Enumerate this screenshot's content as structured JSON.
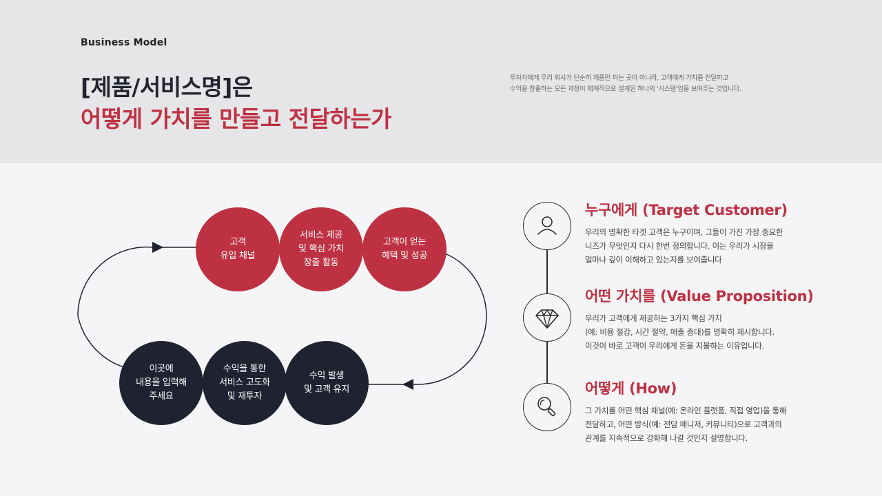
{
  "header": {
    "eyebrow": "Business Model",
    "title_line1": "[제품/서비스명]은",
    "title_line2": "어떻게 가치를 만들고 전달하는가",
    "intro_lines": [
      "투자자에게 우리 회사가 단순히 제품만 파는 곳이 아니라, 고객에게 가치를 전달하고",
      "수익을 창출하는 모든 과정이 체계적으로 설계된 하나의 '시스템'임을 보여주는 것입니다."
    ]
  },
  "colors": {
    "accent_red": "#be3142",
    "dark_navy": "#1f2230",
    "header_bg": "#e6e5e7",
    "body_bg": "#f5f4f6"
  },
  "cycle": {
    "top_row": [
      {
        "label": "고객\n유입 채널"
      },
      {
        "label": "서비스 제공\n및 핵심 가치\n창출 활동"
      },
      {
        "label": "고객이 얻는\n혜택 및 성공"
      }
    ],
    "bottom_row": [
      {
        "label": "이곳에\n내용을 입력해\n주세요"
      },
      {
        "label": "수익을 통한\n서비스 고도화\n및 재투자"
      },
      {
        "label": "수익 발생\n및 고객 유지"
      }
    ]
  },
  "sections": [
    {
      "icon": "person-icon",
      "title": "누구에게 (Target Customer)",
      "body_lines": [
        "우리의 명확한 타겟 고객은 누구이며, 그들이 가진 가장 중요한",
        "니즈가 무엇인지 다시 한번 정의합니다. 이는 우리가 시장을",
        "얼마나 깊이 이해하고 있는지를 보여줍니다"
      ]
    },
    {
      "icon": "diamond-icon",
      "title": "어떤 가치를 (Value Proposition)",
      "body_lines": [
        "우리가 고객에게 제공하는 3가지 핵심 가치",
        "(예: 비용 절감, 시간 절약, 매출 증대)를 명확히 제시합니다.",
        "이것이 바로 고객이 우리에게 돈을 지불하는 이유입니다."
      ]
    },
    {
      "icon": "search-icon",
      "title": "어떻게 (How)",
      "body_lines": [
        "그 가치를 어떤 핵심 채널(예: 온라인 플랫폼, 직접 영업)을 통해",
        "전달하고, 어떤 방식(예: 전담 매니저, 커뮤니티)으로 고객과의",
        "관계를 지속적으로 강화해 나갈 것인지 설명합니다."
      ]
    }
  ]
}
